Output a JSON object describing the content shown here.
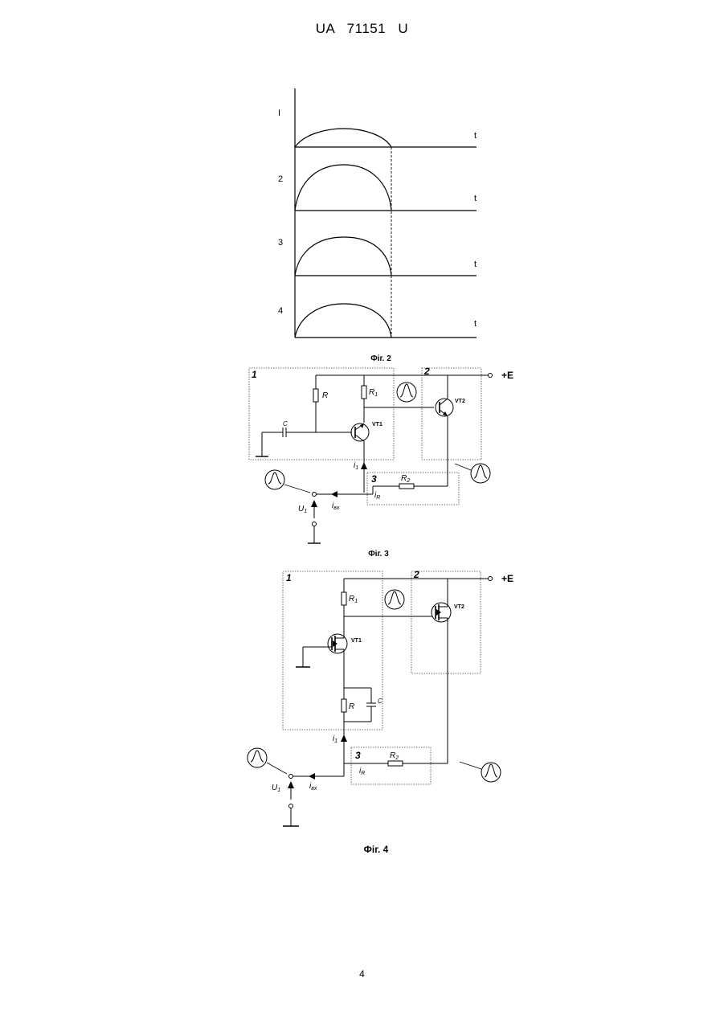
{
  "header": {
    "patent_number": "UA   71151   U"
  },
  "figure2": {
    "caption": "Фіг. 2",
    "traces": [
      {
        "label": "I",
        "axis": "t"
      },
      {
        "label": "2",
        "axis": "t"
      },
      {
        "label": "3",
        "axis": "t"
      },
      {
        "label": "4",
        "axis": "t"
      }
    ]
  },
  "figure3": {
    "caption": "Фіг. 3",
    "block1": "1",
    "block2": "2",
    "block3": "3",
    "supply": "+E",
    "R": "R",
    "R1": "R",
    "R1_sub": "1",
    "R2": "R",
    "R2_sub": "2",
    "C": "C",
    "VT1": "VT1",
    "VT2": "VT2",
    "i1": "i",
    "i1_sub": "1",
    "iR": "i",
    "iR_sub": "R",
    "iin": "i",
    "iin_sub": "вх",
    "U1": "U",
    "U1_sub": "1"
  },
  "figure4": {
    "caption": "Фіг. 4",
    "block1": "1",
    "block2": "2",
    "block3": "3",
    "supply": "+E",
    "R": "R",
    "R1": "R",
    "R1_sub": "1",
    "R2": "R",
    "R2_sub": "2",
    "C": "C",
    "VT1": "VT1",
    "VT2": "VT2",
    "i1": "i",
    "i1_sub": "1",
    "iR": "i",
    "iR_sub": "R",
    "iin": "i",
    "iin_sub": "вх",
    "U1": "U",
    "U1_sub": "1"
  },
  "page": {
    "number": "4"
  }
}
